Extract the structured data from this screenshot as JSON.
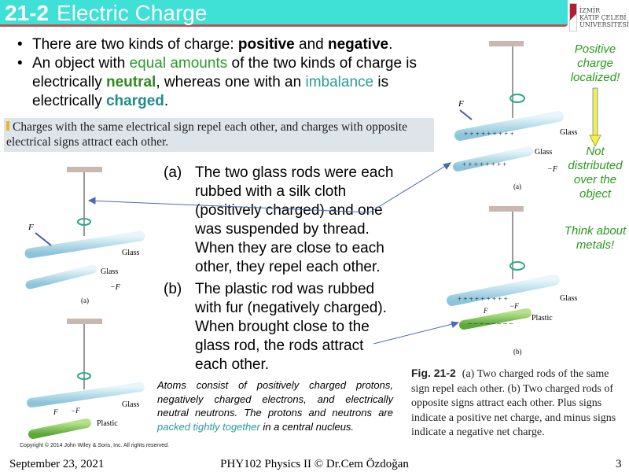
{
  "header": {
    "number": "21-2",
    "title": "Electric Charge"
  },
  "logo": {
    "line1": "İZMİR",
    "line2": "KÂTİP ÇELEBİ",
    "line3": "ÜNİVERSİTESİ"
  },
  "bullets": [
    {
      "parts": [
        "There are two kinds of charge: ",
        "positive",
        " and ",
        "negative",
        "."
      ]
    },
    {
      "parts": [
        "An object with ",
        "equal amounts",
        " of the two kinds of charge is electrically ",
        "neutral",
        ", whereas one with an ",
        "imbalance",
        " is electrically ",
        "charged",
        "."
      ]
    }
  ],
  "rule_box": "Charges with the same electrical sign repel each other, and charges with opposite electrical signs attract each other.",
  "items": [
    {
      "label": "(a)",
      "text": "The two glass rods were each rubbed with a silk cloth (positively charged) and one was suspended by thread. When they are close to each other, they repel each other."
    },
    {
      "label": "(b)",
      "text": "The plastic rod was rubbed with fur (negatively charged). When brought close to the glass rod, the rods attract each other."
    }
  ],
  "atoms": {
    "parts": [
      "Atoms consist of positively charged protons, negatively charged electrons, and electrically neutral neutrons. The protons and neutrons are ",
      "packed tightly together",
      " in a central nucleus."
    ]
  },
  "copyright": "Copyright © 2014 John Wiley & Sons, Inc. All rights reserved.",
  "notes": {
    "positive": "Positive charge localized!",
    "not": "Not distributed over the object",
    "metals": "Think about metals!"
  },
  "diagram_labels": {
    "glass": "Glass",
    "plastic": "Plastic",
    "F": "F",
    "minusF": "−F",
    "a": "(a)",
    "b": "(b)"
  },
  "caption": {
    "fig": "Fig. 21-2",
    "text": "(a) Two charged rods of the same sign repel each other. (b) Two charged rods of opposite signs attract each other. Plus signs indicate a positive net charge, and minus signs indicate a negative net charge."
  },
  "footer": {
    "date": "September 23, 2021",
    "course": "PHY102 Physics II © Dr.Cem Özdoğan",
    "page": "3"
  }
}
